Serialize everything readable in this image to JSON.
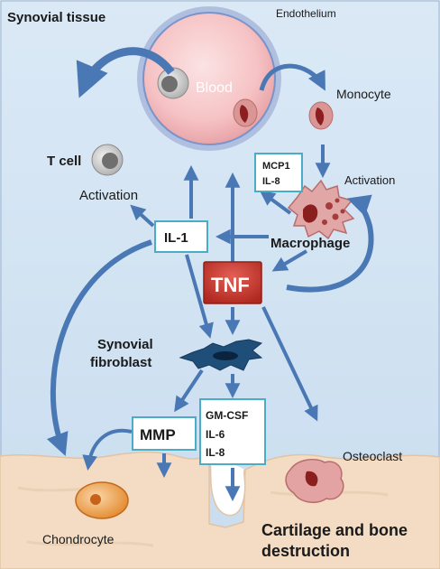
{
  "labels": {
    "synovial_tissue": "Synovial tissue",
    "endothelium": "Endothelium",
    "blood": "Blood",
    "monocyte": "Monocyte",
    "t_cell": "T cell",
    "mcp1": "MCP1",
    "il8_top": "IL-8",
    "activation_right": "Activation",
    "activation_left": "Activation",
    "il1": "IL-1",
    "macrophage": "Macrophage",
    "tnf": "TNF",
    "synovial": "Synovial",
    "fibroblast": "fibroblast",
    "mmp": "MMP",
    "gmcsf": "GM-CSF",
    "il6": "IL-6",
    "il8_bottom": "IL-8",
    "osteoclast": "Osteoclast",
    "chondrocyte": "Chondrocyte",
    "destruction_line1": "Cartilage and bone",
    "destruction_line2": "destruction"
  },
  "colors": {
    "background_top": "#dbe9f6",
    "background_bottom": "#cde0f1",
    "arrow": "#4a78b4",
    "box_border": "#4bacc6",
    "tnf_box": "#c0332b",
    "vessel_fill": "#f6c2c4",
    "vessel_rim": "#8fa6d6",
    "tissue": "#f3dcc3",
    "cell_red": "#c0504d",
    "fibroblast": "#1f4e79"
  },
  "icons": [
    "blood-vessel",
    "t-cell",
    "monocyte",
    "macrophage",
    "fibroblast",
    "chondrocyte",
    "osteoclast"
  ]
}
